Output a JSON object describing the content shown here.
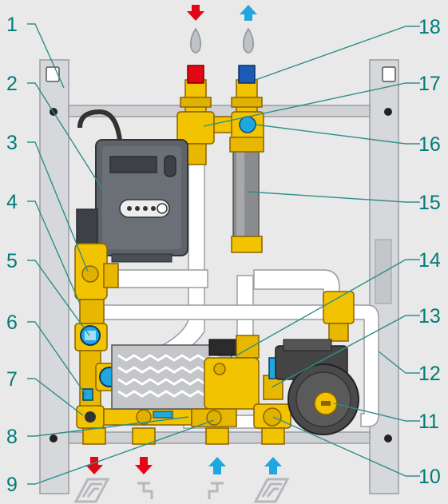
{
  "callouts": {
    "left": [
      "1",
      "2",
      "3",
      "4",
      "5",
      "6",
      "7",
      "8",
      "9"
    ],
    "right": [
      "18",
      "17",
      "16",
      "15",
      "14",
      "13",
      "12",
      "11",
      "10"
    ]
  },
  "colors": {
    "teal": "#007c78",
    "frame_grey": "#d2d4d7",
    "brass": "#f2c300",
    "brass_dark": "#b58300",
    "hot_red": "#e30613",
    "cold_blue": "#1fa7e0",
    "pump_grey": "#4a4a4a",
    "box_grey": "#5e6269"
  },
  "icons": [
    "flame-icon",
    "hot-arrow-down-icon",
    "cold-arrow-up-icon",
    "floor-heating-icon",
    "tap-icon"
  ]
}
